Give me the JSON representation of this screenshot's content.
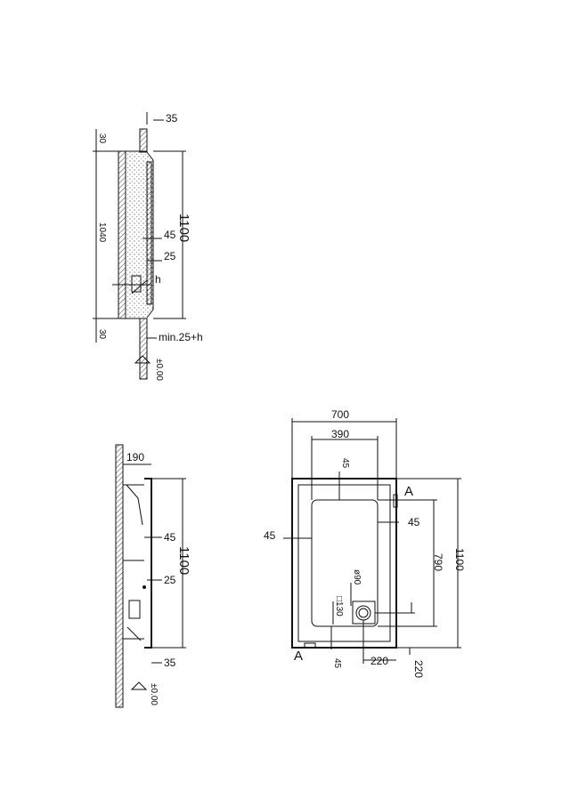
{
  "top_section": {
    "d_top_thickness": "35",
    "d_upper_gap": "30",
    "d_inner_height": "1040",
    "d_total_height": "1100",
    "d_offset_45": "45",
    "d_offset_25": "25",
    "d_h": "h",
    "d_lower_gap": "30",
    "d_min": "min.25+h",
    "d_level": "±0.00"
  },
  "side_section": {
    "d_depth": "190",
    "d_offset_45": "45",
    "d_total_height": "1100",
    "d_offset_25": "25",
    "d_bottom_thickness": "35",
    "d_level": "±0.00"
  },
  "plan": {
    "d_width": "700",
    "d_inner_width": "390",
    "d_top_border": "45",
    "d_right_border": "45",
    "d_left_border": "45",
    "d_inner_height": "790",
    "d_height": "1100",
    "d_drain_dia": "ø90",
    "d_drain_square": "□130",
    "d_bottom_border": "45",
    "d_drain_offset_x": "220",
    "d_drain_offset_y": "220",
    "label_a_top": "A",
    "label_a_bottom": "A"
  }
}
